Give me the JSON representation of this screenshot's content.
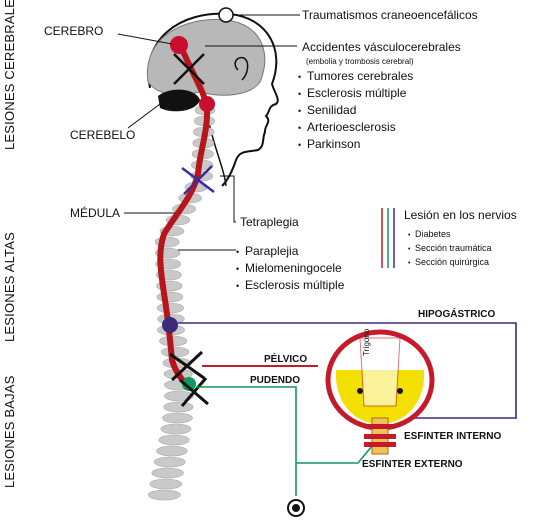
{
  "side_labels": {
    "cerebral": "LESIONES CEREBRALES",
    "altas": "LESIONES ALTAS",
    "bajas": "LESIONES BAJAS"
  },
  "head_labels": {
    "cerebro": "CEREBRO",
    "cerebelo": "CEREBELO",
    "medula": "MÉDULA"
  },
  "cerebral_causes": {
    "trauma": "Traumatismos craneoencefálicos",
    "stroke": "Accidentes vásculocerebrales",
    "stroke_note": "(embolia y trombosis cerebral)",
    "list": [
      "Tumores cerebrales",
      "Esclerosis múltiple",
      "Senilidad",
      "Arterioesclerosis",
      "Parkinson"
    ]
  },
  "upper_causes": {
    "tetraplegia": "Tetraplegia",
    "list": [
      "Paraplejia",
      "Mielomeningocele",
      "Esclerosis múltiple"
    ]
  },
  "nerve_lesion": {
    "title": "Lesión en los nervios",
    "list": [
      "Diabetes",
      "Sección traumática",
      "Sección quirúrgica"
    ]
  },
  "nerves": {
    "hipogastrico": "HIPOGÁSTRICO",
    "pelvico": "PÉLVICO",
    "pudendo": "PUDENDO"
  },
  "bladder": {
    "trigono": "Trígono",
    "esfinter_interno": "ESFINTER INTERNO",
    "esfinter_externo": "ESFINTER EXTERNO"
  },
  "colors": {
    "spinal_cord": "#b5161c",
    "hypogastric_nerve": "#3c2a7a",
    "pelvic_nerve": "#c41a2a",
    "pudendal_nerve": "#0f9a5a",
    "cross_marker": "#111111",
    "tetraplegia_cross": "#3b2c9e",
    "bladder_urine": "#f3e000",
    "brain_gray": "#b8b8b8"
  }
}
